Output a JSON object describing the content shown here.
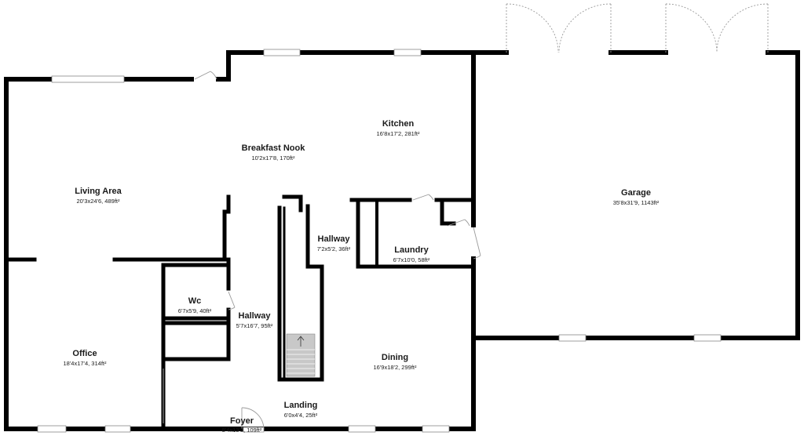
{
  "rooms": [
    {
      "id": "kitchen",
      "name": "Kitchen",
      "dims": "16'8x17'2, 281ft²"
    },
    {
      "id": "breakfast-nook",
      "name": "Breakfast Nook",
      "dims": "10'2x17'8, 170ft²"
    },
    {
      "id": "living-area",
      "name": "Living Area",
      "dims": "20'3x24'6, 489ft²"
    },
    {
      "id": "garage",
      "name": "Garage",
      "dims": "35'8x31'9, 1143ft²"
    },
    {
      "id": "hallway-upper",
      "name": "Hallway",
      "dims": "7'2x5'2, 36ft²"
    },
    {
      "id": "laundry",
      "name": "Laundry",
      "dims": "6'7x10'0, 58ft²"
    },
    {
      "id": "wc",
      "name": "Wc",
      "dims": "6'7x5'9, 40ft²"
    },
    {
      "id": "hallway-lower",
      "name": "Hallway",
      "dims": "5'7x16'7, 95ft²"
    },
    {
      "id": "office",
      "name": "Office",
      "dims": "18'4x17'4, 314ft²"
    },
    {
      "id": "dining",
      "name": "Dining",
      "dims": "16'9x18'2, 299ft²"
    },
    {
      "id": "landing",
      "name": "Landing",
      "dims": "6'0x4'4, 25ft²"
    },
    {
      "id": "foyer",
      "name": "Foyer",
      "dims": "8'4x13'3, 109ft²"
    }
  ],
  "colors": {
    "wall": "#000000",
    "window": "#ffffff",
    "door": "#9a9a9a",
    "stairs": "#c8c8c8"
  }
}
